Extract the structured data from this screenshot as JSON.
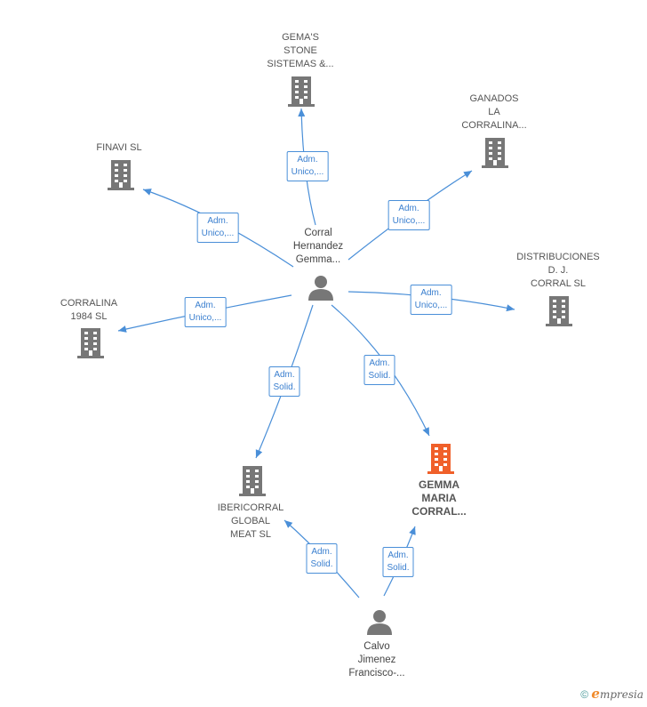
{
  "nodes": {
    "gemas": "GEMA'S\nSTONE\nSISTEMAS &...",
    "ganados": "GANADOS\nLA\nCORRALINA...",
    "finavi": "FINAVI SL",
    "distribuciones": "DISTRIBUCIONES\nD.  J.\nCORRAL  SL",
    "corralina": "CORRALINA\n1984  SL",
    "ibericorral": "IBERICORRAL\nGLOBAL\nMEAT  SL",
    "gemma": "GEMMA\nMARIA\nCORRAL..."
  },
  "persons": {
    "corral": "Corral\nHernandez\nGemma...",
    "calvo": "Calvo\nJimenez\nFrancisco-..."
  },
  "edges": {
    "e1": "Adm.\nUnico,...",
    "e2": "Adm.\nUnico,...",
    "e3": "Adm.\nUnico,...",
    "e4": "Adm.\nUnico,...",
    "e5": "Adm.\nUnico,...",
    "e6": "Adm.\nSolid.",
    "e7": "Adm.\nSolid.",
    "e8": "Adm.\nSolid.",
    "e9": "Adm.\nSolid."
  },
  "colors": {
    "building": "#777777",
    "highlight_building": "#f0602a",
    "person": "#777777",
    "edge": "#4a8fd8"
  },
  "footer": {
    "copyright": "©",
    "brand_first": "e",
    "brand_rest": "mpresia"
  }
}
